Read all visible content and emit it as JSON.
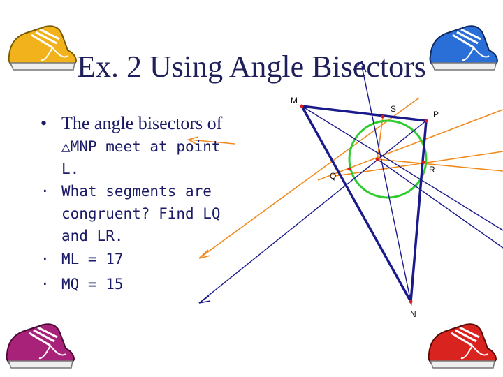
{
  "slide": {
    "title": "Ex. 2 Using Angle Bisectors",
    "bullets": [
      {
        "line1": "The angle bisectors of"
      },
      {
        "line1": "△MNP meet at point",
        "line2": "L."
      },
      {
        "line1": "What segments are",
        "line2": "congruent?  Find LQ",
        "line3": "and LR."
      },
      {
        "line1": "ML = 17"
      },
      {
        "line1": "MQ = 15"
      }
    ],
    "bullet_symbol": "•",
    "bullet_symbol_alt": "·"
  },
  "diagram": {
    "point_labels": {
      "M": "M",
      "S": "S",
      "P": "P",
      "Q": "Q",
      "L": "L",
      "R": "R",
      "N": "N"
    },
    "colors": {
      "triangle": "#1a1a8c",
      "bisector_orange": "#f08a1e",
      "incircle": "#2fcc2f",
      "point": "#d42020"
    }
  },
  "decorations": {
    "shoes": [
      {
        "name": "shoe-yellow",
        "color": "#f2b21b"
      },
      {
        "name": "shoe-blue",
        "color": "#2a6fd8"
      },
      {
        "name": "shoe-purple",
        "color": "#a8227a"
      },
      {
        "name": "shoe-red",
        "color": "#d8231f"
      }
    ]
  }
}
